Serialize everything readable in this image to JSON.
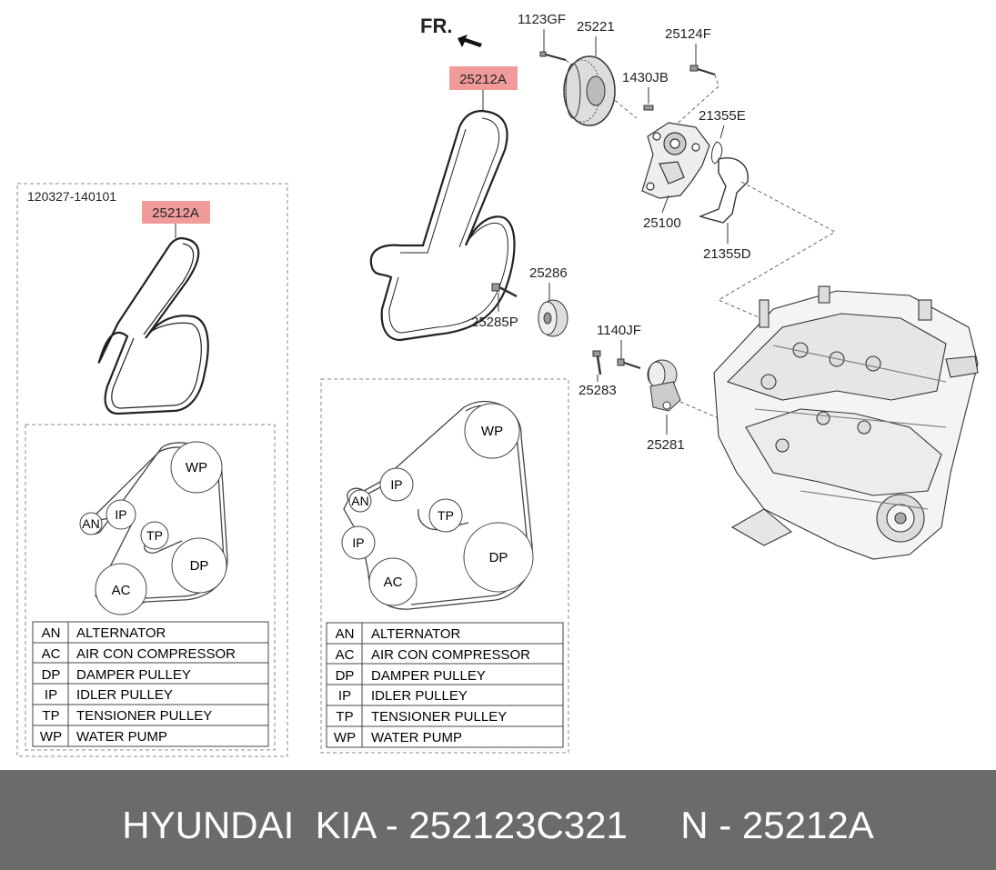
{
  "front_marker": "FR.",
  "left_panel": {
    "date_range": "120327-140101",
    "belt_label": "25212A",
    "pulleys": [
      "WP",
      "AN",
      "IP",
      "TP",
      "DP",
      "AC"
    ]
  },
  "middle_panel": {
    "pulleys": [
      "WP",
      "IP",
      "AN",
      "TP",
      "IP",
      "DP",
      "AC"
    ]
  },
  "legend": [
    {
      "code": "AN",
      "name": "ALTERNATOR"
    },
    {
      "code": "AC",
      "name": "AIR CON COMPRESSOR"
    },
    {
      "code": "DP",
      "name": "DAMPER PULLEY"
    },
    {
      "code": "IP",
      "name": "IDLER PULLEY"
    },
    {
      "code": "TP",
      "name": "TENSIONER PULLEY"
    },
    {
      "code": "WP",
      "name": "WATER PUMP"
    }
  ],
  "part_labels": {
    "belt": "25212A",
    "bolt_1123gf": "1123GF",
    "pulley_25221": "25221",
    "bolt_25124f": "25124F",
    "pin_1430jb": "1430JB",
    "gasket_21355e": "21355E",
    "water_pump_25100": "25100",
    "gasket_21355d": "21355D",
    "idler_25286": "25286",
    "bolt_25285p": "25285P",
    "bolt_1140jf": "1140JF",
    "bolt_25283": "25283",
    "tensioner_25281": "25281"
  },
  "footer": {
    "text": "HYUNDAI  KIA - 252123C321     N - 25212A"
  },
  "colors": {
    "highlight": "#f19a9a",
    "footer_bg": "#6b6b6b",
    "footer_text": "#ffffff",
    "line": "#333333"
  }
}
